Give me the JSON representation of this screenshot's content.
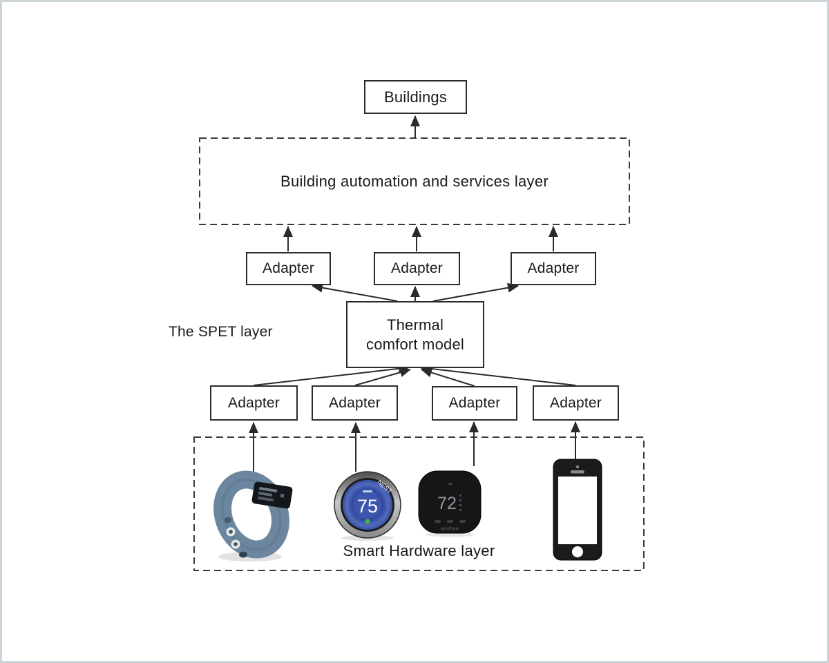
{
  "figure": {
    "top_box": {
      "label": "Buildings"
    },
    "bas_layer": {
      "label": "Building automation and services layer"
    },
    "spet_layer": {
      "side_label": "The SPET layer",
      "adapters_top": [
        {
          "label": "Adapter"
        },
        {
          "label": "Adapter"
        },
        {
          "label": "Adapter"
        }
      ],
      "thermal_model": {
        "line1": "Thermal",
        "line2": "comfort model"
      },
      "adapters_bottom": [
        {
          "label": "Adapter"
        },
        {
          "label": "Adapter"
        },
        {
          "label": "Adapter"
        },
        {
          "label": "Adapter"
        }
      ]
    },
    "hardware_layer": {
      "label": "Smart Hardware layer",
      "devices": {
        "fitness_band": {
          "band_color": "#6b869e"
        },
        "nest_thermostat": {
          "value": "75",
          "brand": "NEST",
          "face_color": "#3c55ad",
          "leaf_color": "#3cb54a"
        },
        "ecobee_thermostat": {
          "value": "72",
          "brand": "ecobee",
          "body_color": "#161616"
        },
        "smartphone": {
          "body_color": "#1b1b1b"
        }
      }
    },
    "colors": {
      "line": "#2a2a2a",
      "box_border": "#2b2b2b",
      "dashed_border": "#3a3a3a",
      "frame": "#ccd4d8"
    }
  }
}
